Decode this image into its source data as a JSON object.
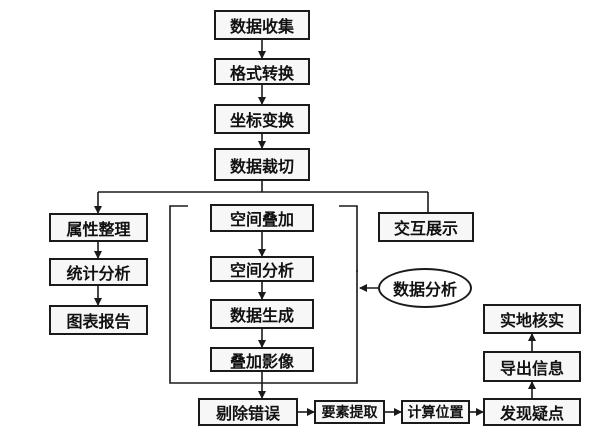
{
  "nodes": {
    "data_collection": "数据收集",
    "format_conversion": "格式转换",
    "coordinate_transform": "坐标变换",
    "data_clipping": "数据裁切",
    "attribute_organize": "属性整理",
    "statistical_analysis": "统计分析",
    "chart_report": "图表报告",
    "spatial_overlay": "空间叠加",
    "spatial_analysis": "空间分析",
    "data_generation": "数据生成",
    "overlay_imagery": "叠加影像",
    "interactive_display": "交互展示",
    "data_analysis": "数据分析",
    "remove_errors": "剔除错误",
    "feature_extraction": "要素提取",
    "compute_position": "计算位置",
    "find_suspects": "发现疑点",
    "export_info": "导出信息",
    "field_verification": "实地核实"
  }
}
